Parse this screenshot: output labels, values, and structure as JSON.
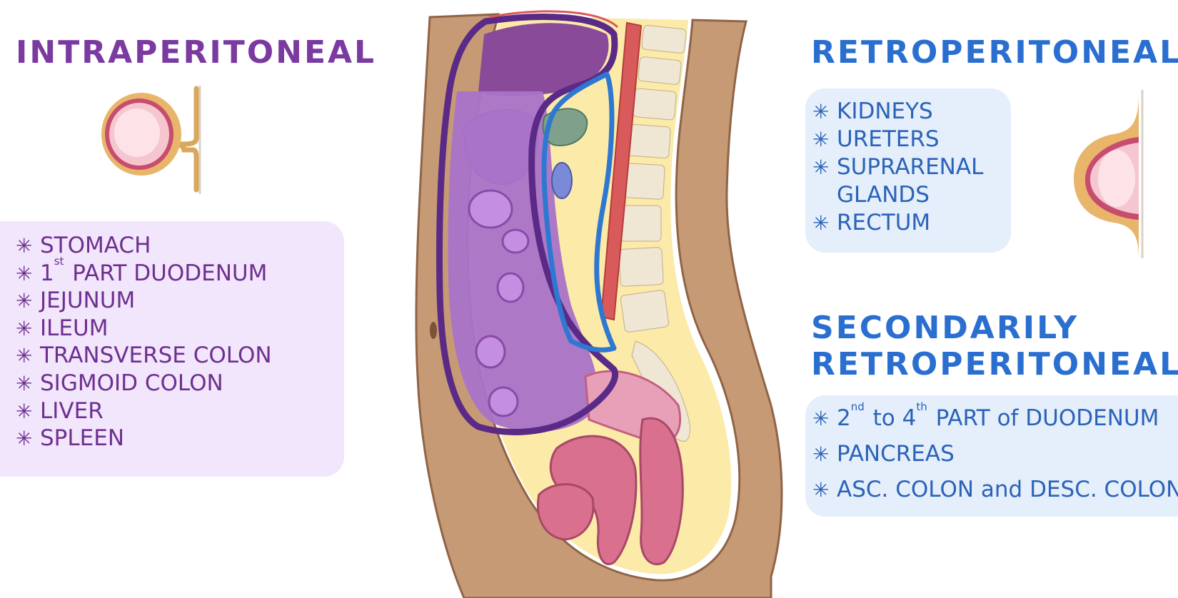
{
  "intraperitoneal": {
    "title": "INTRAPERITONEAL",
    "items": [
      {
        "text": "STOMACH"
      },
      {
        "text": "1st PART DUODENUM",
        "pre": "1",
        "sup": "st",
        "rest": " PART DUODENUM"
      },
      {
        "text": "JEJUNUM"
      },
      {
        "text": "ILEUM"
      },
      {
        "text": "TRANSVERSE COLON"
      },
      {
        "text": "SIGMOID COLON"
      },
      {
        "text": "LIVER"
      },
      {
        "text": "SPLEEN"
      }
    ]
  },
  "retroperitoneal": {
    "title": "RETROPERITONEAL",
    "items": [
      {
        "text": "KIDNEYS"
      },
      {
        "text": "URETERS"
      },
      {
        "text": "SUPRARENAL",
        "continuation": "GLANDS"
      },
      {
        "text": "RECTUM"
      }
    ]
  },
  "secondarily_retroperitoneal": {
    "title_line1": "SECONDARILY",
    "title_line2": "RETROPERITONEAL",
    "items": [
      {
        "text": "2nd to 4th PART of DUODENUM",
        "a": "2",
        "a_sup": "nd",
        "b": " to 4",
        "b_sup": "th",
        "c": " PART of DUODENUM"
      },
      {
        "text": "PANCREAS"
      },
      {
        "text": "ASC. COLON and DESC. COLON"
      }
    ]
  },
  "list_marker": "✳",
  "colors": {
    "intraperitoneal_text": "#7a3aa0",
    "intraperitoneal_box": "#f1e6fb",
    "retroperitoneal_text": "#2a6fd0",
    "retroperitoneal_box": "#e5eefb",
    "skin": "#c79a76",
    "organ_purple": "#9a62b8",
    "peritoneum_outline_purple": "#5a2a86",
    "peritoneum_outline_blue": "#2f78d2"
  }
}
